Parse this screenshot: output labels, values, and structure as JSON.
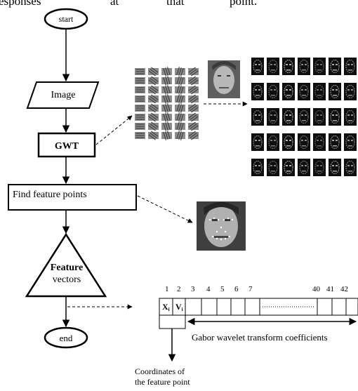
{
  "header_text": [
    "esponses",
    "at",
    "that",
    "point."
  ],
  "flow": {
    "start": "start",
    "image": "Image",
    "gwt": "GWT",
    "find": "Find feature points",
    "feature_bold": "Feature",
    "feature_rest": "vectors",
    "end": "end"
  },
  "vector": {
    "indices_left": [
      "1",
      "2",
      "3",
      "4",
      "5",
      "6",
      "7"
    ],
    "indices_right": [
      "40",
      "41",
      "42"
    ],
    "x_cell": "X",
    "v_cell": "V",
    "sub": "i",
    "gabor_label": "Gabor wavelet transform coefficients",
    "coords_label": [
      "Coordinates of",
      "the feature point"
    ]
  }
}
